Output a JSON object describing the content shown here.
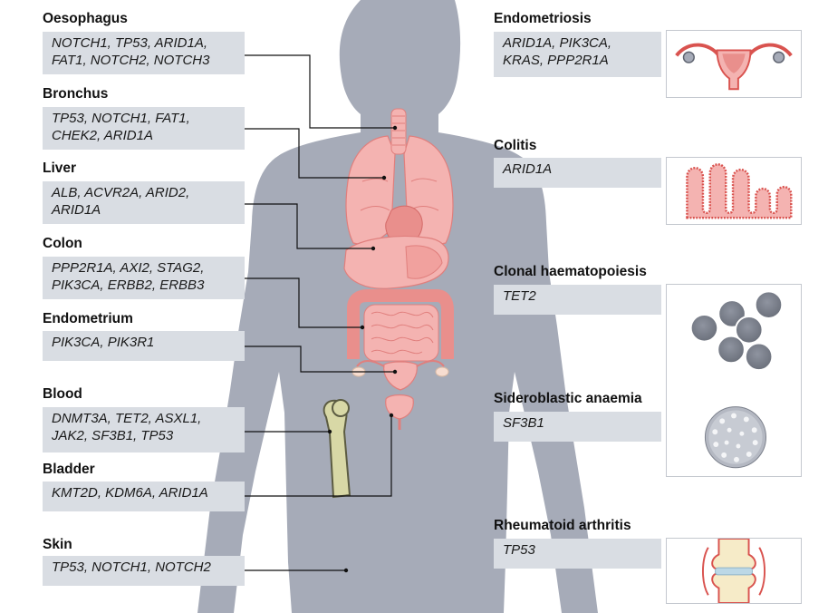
{
  "organs": [
    {
      "title": "Oesophagus",
      "genes": [
        "NOTCH1, TP53, ARID1A,",
        "FAT1, NOTCH2, NOTCH3"
      ]
    },
    {
      "title": "Bronchus",
      "genes": [
        "TP53, NOTCH1, FAT1,",
        "CHEK2, ARID1A"
      ]
    },
    {
      "title": "Liver",
      "genes": [
        "ALB, ACVR2A, ARID2,",
        "ARID1A"
      ]
    },
    {
      "title": "Colon",
      "genes": [
        "PPP2R1A, AXI2, STAG2,",
        "PIK3CA, ERBB2, ERBB3"
      ]
    },
    {
      "title": "Endometrium",
      "genes": [
        "PIK3CA, PIK3R1"
      ]
    },
    {
      "title": "Blood",
      "genes": [
        "DNMT3A, TET2, ASXL1,",
        "JAK2, SF3B1, TP53"
      ]
    },
    {
      "title": "Bladder",
      "genes": [
        "KMT2D, KDM6A, ARID1A"
      ]
    },
    {
      "title": "Skin",
      "genes": [
        "TP53, NOTCH1, NOTCH2"
      ]
    }
  ],
  "conditions": [
    {
      "title": "Endometriosis",
      "genes": [
        "ARID1A, PIK3CA,",
        "KRAS, PPP2R1A"
      ],
      "icon": "uterus-icon"
    },
    {
      "title": "Colitis",
      "genes": [
        "ARID1A"
      ],
      "icon": "intestinal-villi-icon"
    },
    {
      "title": "Clonal haematopoiesis",
      "genes": [
        "TET2"
      ],
      "icon": "blood-cells-icon"
    },
    {
      "title": "Sideroblastic anaemia",
      "genes": [
        "SF3B1"
      ],
      "icon": "sideroblast-icon"
    },
    {
      "title": "Rheumatoid arthritis",
      "genes": [
        "TP53"
      ],
      "icon": "knee-joint-icon"
    }
  ],
  "colors": {
    "body": "#a6abb8",
    "organ": "#f4b3b1",
    "organ_dark": "#e07f7d",
    "gene_box": "#d9dde3",
    "bone": "#d8d8a6"
  }
}
